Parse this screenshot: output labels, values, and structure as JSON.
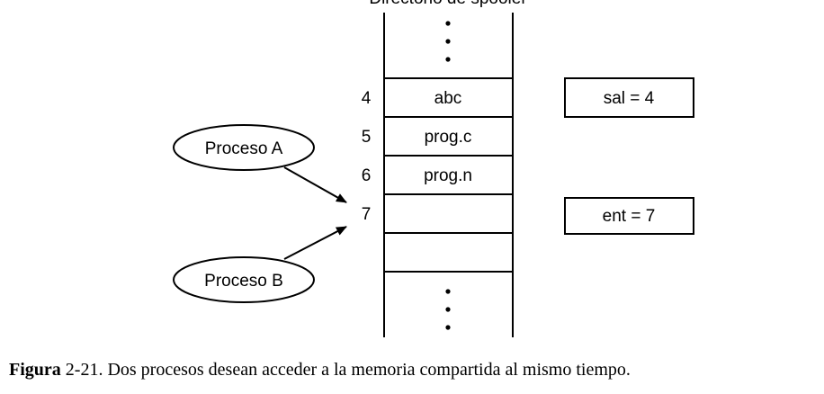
{
  "spooler": {
    "title": "Directorio de spooler",
    "slots": [
      {
        "index": "4",
        "file": "abc"
      },
      {
        "index": "5",
        "file": "prog.c"
      },
      {
        "index": "6",
        "file": "prog.n"
      },
      {
        "index": "7",
        "file": ""
      }
    ],
    "ellipsis": "⋮"
  },
  "processes": {
    "a": "Proceso A",
    "b": "Proceso B"
  },
  "variables": {
    "out": "sal = 4",
    "in": "ent = 7"
  },
  "caption": {
    "label": "Figura",
    "number": "2-21.",
    "text": "Dos procesos desean acceder a la memoria compartida al mismo tiempo."
  }
}
